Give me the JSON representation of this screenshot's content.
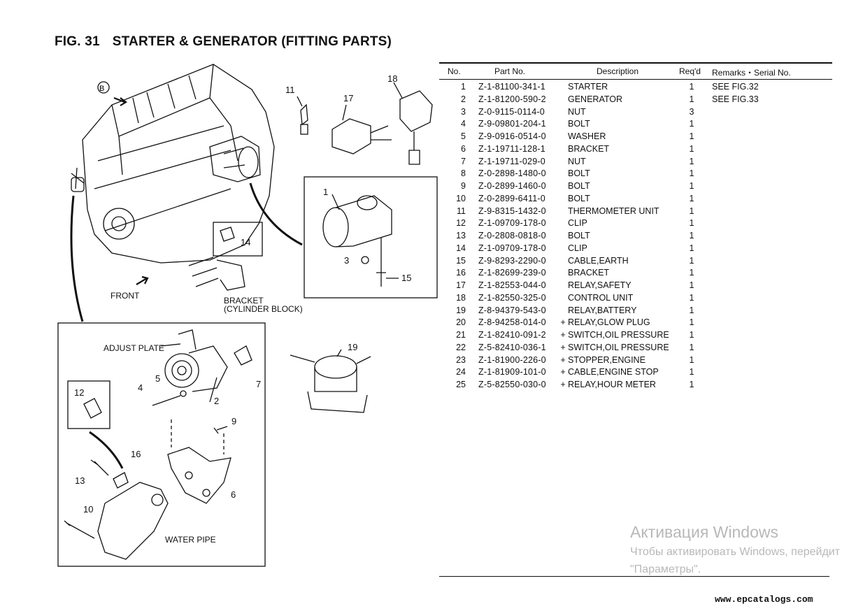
{
  "figure": {
    "number": "FIG. 31",
    "title": "STARTER & GENERATOR (FITTING PARTS)"
  },
  "diagram": {
    "view_marker": "B",
    "labels": {
      "front": "FRONT",
      "bracket_line1": "BRACKET",
      "bracket_line2": "(CYLINDER BLOCK)",
      "adjust_plate": "ADJUST PLATE",
      "water_pipe": "WATER PIPE"
    },
    "callouts": [
      "1",
      "2",
      "3",
      "4",
      "5",
      "6",
      "7",
      "9",
      "10",
      "11",
      "12",
      "13",
      "14",
      "15",
      "16",
      "17",
      "18",
      "19"
    ]
  },
  "table": {
    "headers": {
      "no": "No.",
      "part_no": "Part No.",
      "description": "Description",
      "reqd": "Req'd",
      "remarks": "Remarks・Serial No."
    },
    "rows": [
      {
        "no": "1",
        "part": "Z-1-81100-341-1",
        "plus": "",
        "desc": "STARTER",
        "req": "1",
        "rem": "SEE FIG.32"
      },
      {
        "no": "2",
        "part": "Z-1-81200-590-2",
        "plus": "",
        "desc": "GENERATOR",
        "req": "1",
        "rem": "SEE FIG.33"
      },
      {
        "no": "3",
        "part": "Z-0-9115-0114-0",
        "plus": "",
        "desc": "NUT",
        "req": "3",
        "rem": ""
      },
      {
        "no": "4",
        "part": "Z-9-09801-204-1",
        "plus": "",
        "desc": "BOLT",
        "req": "1",
        "rem": ""
      },
      {
        "no": "5",
        "part": "Z-9-0916-0514-0",
        "plus": "",
        "desc": "WASHER",
        "req": "1",
        "rem": ""
      },
      {
        "no": "6",
        "part": "Z-1-19711-128-1",
        "plus": "",
        "desc": "BRACKET",
        "req": "1",
        "rem": ""
      },
      {
        "no": "7",
        "part": "Z-1-19711-029-0",
        "plus": "",
        "desc": "NUT",
        "req": "1",
        "rem": ""
      },
      {
        "no": "8",
        "part": "Z-0-2898-1480-0",
        "plus": "",
        "desc": "BOLT",
        "req": "1",
        "rem": ""
      },
      {
        "no": "9",
        "part": "Z-0-2899-1460-0",
        "plus": "",
        "desc": "BOLT",
        "req": "1",
        "rem": ""
      },
      {
        "no": "10",
        "part": "Z-0-2899-6411-0",
        "plus": "",
        "desc": "BOLT",
        "req": "1",
        "rem": ""
      },
      {
        "no": "11",
        "part": "Z-9-8315-1432-0",
        "plus": "",
        "desc": "THERMOMETER UNIT",
        "req": "1",
        "rem": ""
      },
      {
        "no": "12",
        "part": "Z-1-09709-178-0",
        "plus": "",
        "desc": "CLIP",
        "req": "1",
        "rem": ""
      },
      {
        "no": "13",
        "part": "Z-0-2808-0818-0",
        "plus": "",
        "desc": "BOLT",
        "req": "1",
        "rem": ""
      },
      {
        "no": "14",
        "part": "Z-1-09709-178-0",
        "plus": "",
        "desc": "CLIP",
        "req": "1",
        "rem": ""
      },
      {
        "no": "15",
        "part": "Z-9-8293-2290-0",
        "plus": "",
        "desc": "CABLE,EARTH",
        "req": "1",
        "rem": ""
      },
      {
        "no": "16",
        "part": "Z-1-82699-239-0",
        "plus": "",
        "desc": "BRACKET",
        "req": "1",
        "rem": ""
      },
      {
        "no": "17",
        "part": "Z-1-82553-044-0",
        "plus": "",
        "desc": "RELAY,SAFETY",
        "req": "1",
        "rem": ""
      },
      {
        "no": "18",
        "part": "Z-1-82550-325-0",
        "plus": "",
        "desc": "CONTROL UNIT",
        "req": "1",
        "rem": ""
      },
      {
        "no": "19",
        "part": "Z-8-94379-543-0",
        "plus": "",
        "desc": "RELAY,BATTERY",
        "req": "1",
        "rem": ""
      },
      {
        "no": "20",
        "part": "Z-8-94258-014-0",
        "plus": "+",
        "desc": "RELAY,GLOW PLUG",
        "req": "1",
        "rem": ""
      },
      {
        "no": "21",
        "part": "Z-1-82410-091-2",
        "plus": "+",
        "desc": "SWITCH,OIL PRESSURE",
        "req": "1",
        "rem": ""
      },
      {
        "no": "22",
        "part": "Z-5-82410-036-1",
        "plus": "+",
        "desc": "SWITCH,OIL PRESSURE",
        "req": "1",
        "rem": ""
      },
      {
        "no": "23",
        "part": "Z-1-81900-226-0",
        "plus": "+",
        "desc": "STOPPER,ENGINE",
        "req": "1",
        "rem": ""
      },
      {
        "no": "24",
        "part": "Z-1-81909-101-0",
        "plus": "+",
        "desc": "CABLE,ENGINE STOP",
        "req": "1",
        "rem": ""
      },
      {
        "no": "25",
        "part": "Z-5-82550-030-0",
        "plus": "+",
        "desc": "RELAY,HOUR METER",
        "req": "1",
        "rem": ""
      }
    ]
  },
  "watermark": {
    "line1": "Активация Windows",
    "line2": "Чтобы активировать Windows, перейдит",
    "line3": "\"Параметры\"."
  },
  "site": "www.epcatalogs.com"
}
